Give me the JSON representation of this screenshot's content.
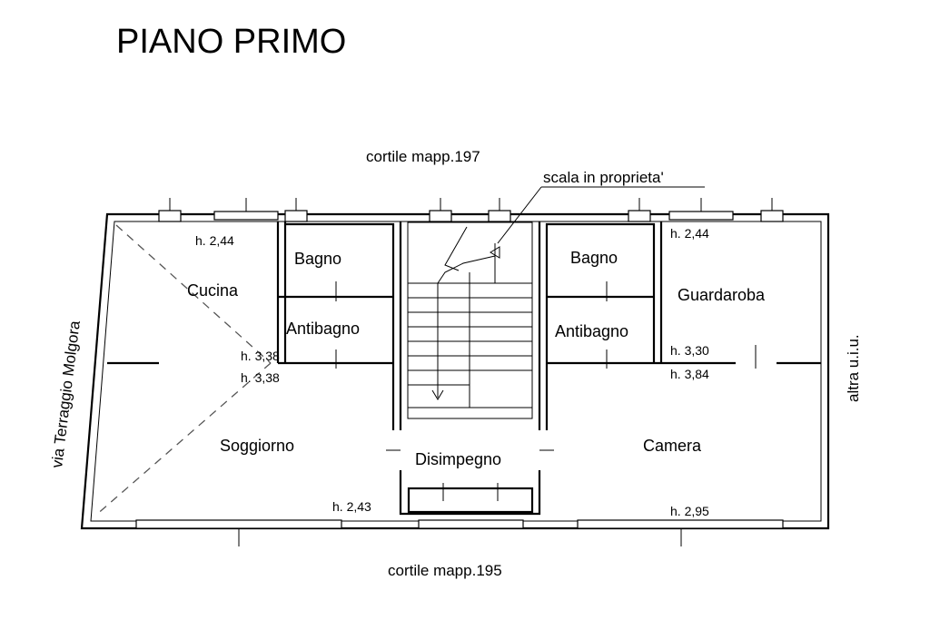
{
  "title": "PIANO PRIMO",
  "labels": {
    "cortile_nord": "cortile mapp.197",
    "cortile_sud": "cortile mapp.195",
    "scala": "scala in proprieta'",
    "via": "via Terraggio Molgora",
    "altra": "altra u.i.u."
  },
  "rooms": {
    "cucina": "Cucina",
    "bagno_sx": "Bagno",
    "antibagno_sx": "Antibagno",
    "soggiorno": "Soggiorno",
    "disimpegno": "Disimpegno",
    "bagno_dx": "Bagno",
    "antibagno_dx": "Antibagno",
    "guardaroba": "Guardaroba",
    "camera": "Camera"
  },
  "heights": {
    "cucina": "h. 2,44",
    "cucina_bottom": "h. 3,38",
    "soggiorno_top": "h. 3,38",
    "soggiorno": "h. 2,43",
    "guardaroba_top": "h. 2,44",
    "guardaroba_bottom": "h. 3,30",
    "camera_top": "h. 3,84",
    "camera": "h. 2,95"
  }
}
